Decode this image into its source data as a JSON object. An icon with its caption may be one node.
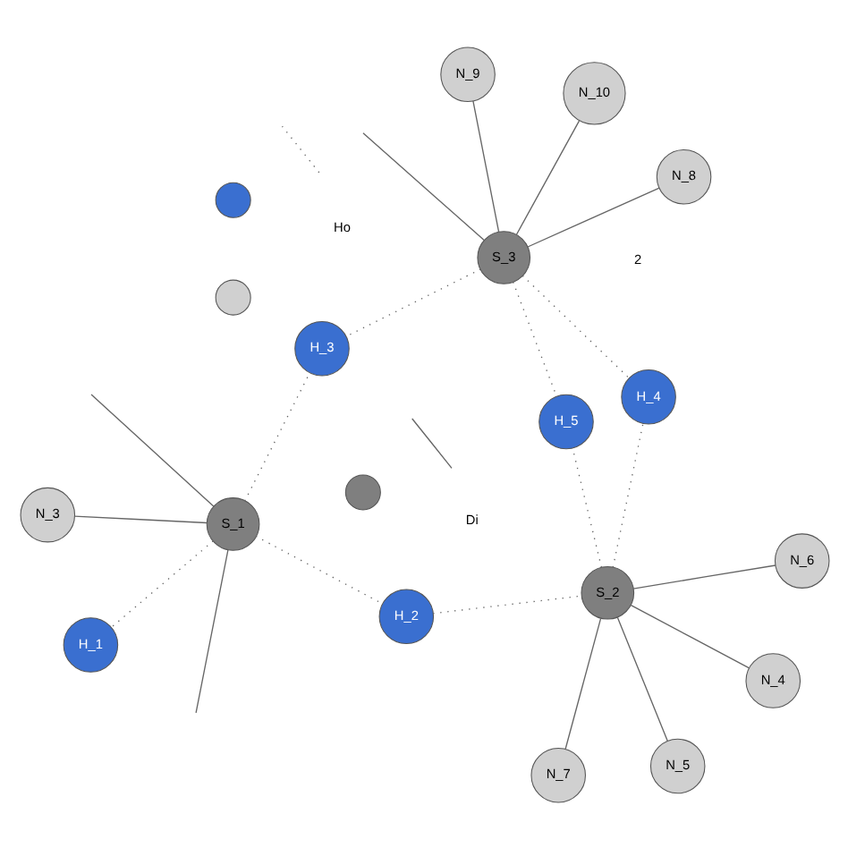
{
  "diagram": {
    "nodes": [
      {
        "text": [
          "N_3"
        ]
      },
      {
        "text": [
          "N_4"
        ]
      },
      {
        "text": [
          "N_5"
        ]
      },
      {
        "text": [
          "H_2"
        ]
      },
      {
        "text": [
          "N_6"
        ]
      },
      {
        "text": [
          "S_1"
        ]
      },
      {
        "text": [
          "S_2"
        ]
      },
      {
        "text": [
          "H_5"
        ]
      },
      {
        "text": [
          "N_7"
        ]
      },
      {
        "text": [
          "H_1"
        ]
      },
      {
        "text": [
          "H_3"
        ]
      },
      {
        "text": [
          "S_3"
        ]
      },
      {
        "text": [
          "H_4"
        ]
      },
      {
        "text": [
          "N_10"
        ]
      },
      {
        "text": [
          "N_9"
        ]
      },
      {
        "text": [
          "N_8"
        ]
      },
      {
        "text": [],
        "shape": "circle"
      },
      {
        "text": [],
        "shape": "circle"
      },
      {
        "text": [],
        "shape": "circle"
      }
    ],
    "edges": [
      {
        "from": 5,
        "to": null,
        "arrow": "none"
      },
      {
        "from": 5,
        "to": null,
        "arrow": "none"
      },
      {
        "from": 5,
        "to": 0,
        "arrow": "none"
      },
      {
        "from": 5,
        "to": 3,
        "arrow": "none",
        "style": "dashed"
      },
      {
        "from": 5,
        "to": 9,
        "arrow": "none",
        "style": "dashed"
      },
      {
        "from": 5,
        "to": 10,
        "arrow": "none",
        "style": "dashed"
      },
      {
        "from": 3,
        "to": 6,
        "arrow": "none",
        "style": "dashed"
      },
      {
        "from": 6,
        "to": 1,
        "arrow": "none"
      },
      {
        "from": 6,
        "to": 2,
        "arrow": "none"
      },
      {
        "from": 6,
        "to": 4,
        "arrow": "none"
      },
      {
        "from": 6,
        "to": 8,
        "arrow": "none"
      },
      {
        "from": 6,
        "to": 7,
        "arrow": "none",
        "style": "dashed"
      },
      {
        "from": 6,
        "to": 12,
        "arrow": "none",
        "style": "dashed"
      },
      {
        "from": 11,
        "to": 7,
        "arrow": "none",
        "style": "dashed"
      },
      {
        "from": 11,
        "to": 10,
        "arrow": "none",
        "style": "dashed"
      },
      {
        "from": 11,
        "to": 12,
        "arrow": "none",
        "style": "dashed"
      },
      {
        "from": 11,
        "to": null,
        "arrow": "none"
      },
      {
        "from": 11,
        "to": 15,
        "arrow": "none"
      },
      {
        "from": 11,
        "to": 14,
        "arrow": "none"
      },
      {
        "from": 11,
        "to": 13,
        "arrow": "none"
      }
    ],
    "labels": [
      "2"
    ],
    "legend": [
      {
        "text": "Di"
      },
      {
        "text": "Ho"
      }
    ]
  }
}
